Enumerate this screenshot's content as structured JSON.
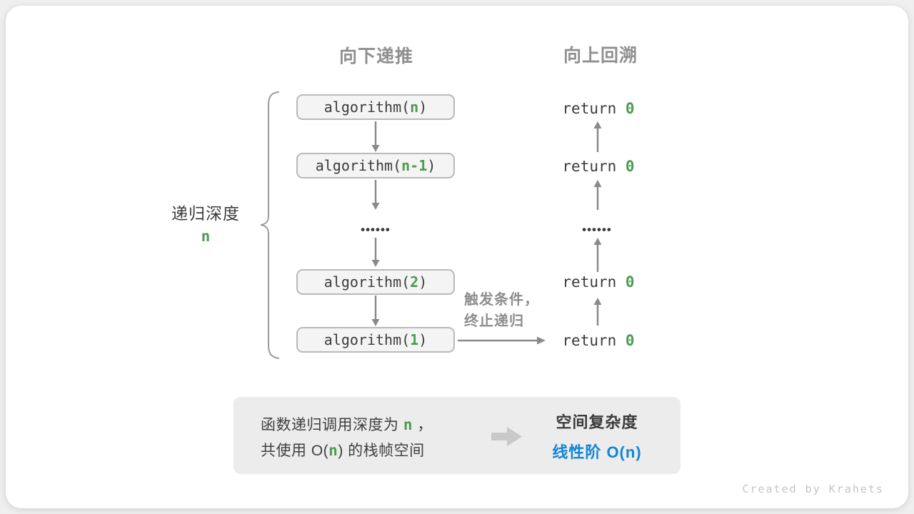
{
  "colors": {
    "green": "#4c9b51",
    "blue": "#1185d8",
    "text-dark": "#3c3c3c",
    "gray-label": "#8f8f8f",
    "arrow-gray": "#8a8a8a",
    "box-border": "#b9b9b9",
    "box-bg": "#f4f4f4",
    "summary-bg": "#ececec",
    "watermark": "#c5c5c5"
  },
  "headers": {
    "downward": "向下递推",
    "upward": "向上回溯"
  },
  "depth_brace": {
    "label": "递归深度",
    "value": "n"
  },
  "recursion_column": {
    "calls": [
      {
        "pre": "algorithm(",
        "arg": "n",
        "post": ")"
      },
      {
        "pre": "algorithm(",
        "arg": "n-1",
        "post": ")"
      },
      {
        "pre": "algorithm(",
        "arg": "2",
        "post": ")"
      },
      {
        "pre": "algorithm(",
        "arg": "1",
        "post": ")"
      }
    ],
    "ellipsis": "••••••"
  },
  "return_column": {
    "returns": [
      {
        "keyword": "return ",
        "value": "0"
      },
      {
        "keyword": "return ",
        "value": "0"
      },
      {
        "keyword": "return ",
        "value": "0"
      },
      {
        "keyword": "return ",
        "value": "0"
      }
    ],
    "ellipsis": "••••••"
  },
  "base_case_note": {
    "line1": "触发条件，",
    "line2": "终止递归"
  },
  "summary": {
    "line1_pre": "函数递归调用深度为 ",
    "line1_var": "n",
    "line1_post": " ，",
    "line2_pre": "共使用 O(",
    "line2_var": "n",
    "line2_post": ") 的栈帧空间",
    "result_title": "空间复杂度",
    "result_value": "线性阶 O(n)"
  },
  "credit": "Created by Krahets"
}
